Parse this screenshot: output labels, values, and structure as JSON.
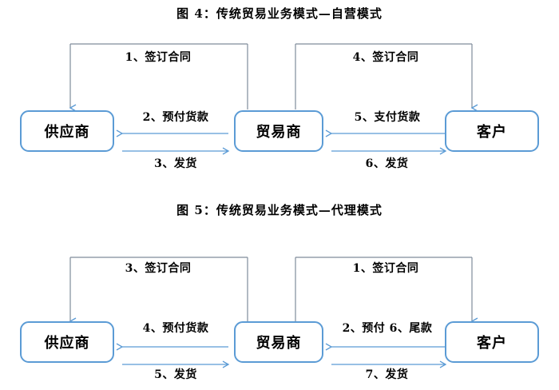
{
  "figures": [
    {
      "title": "图 4：传统贸易业务模式—自营模式",
      "nodes": {
        "supplier": "供应商",
        "trader": "贸易商",
        "customer": "客户"
      },
      "edges": {
        "top_left_bracket": "1、签订合同",
        "top_right_bracket": "4、签订合同",
        "left_upper": "2、预付货款",
        "left_lower": "3、发货",
        "right_upper": "5、支付货款",
        "right_lower": "6、发货"
      }
    },
    {
      "title": "图 5：传统贸易业务模式—代理模式",
      "nodes": {
        "supplier": "供应商",
        "trader": "贸易商",
        "customer": "客户"
      },
      "edges": {
        "top_left_bracket": "3、签订合同",
        "top_right_bracket": "1、签订合同",
        "left_upper": "4、预付货款",
        "left_lower": "5、发货",
        "right_upper": "2、预付 6、尾款",
        "right_lower": "7、发货"
      }
    }
  ],
  "colors": {
    "node_border": "#5B9BD5",
    "connector_blue": "#5B9BD5",
    "bracket_gray": "#7F8C9B",
    "background": "#FFFFFF",
    "text": "#000000"
  }
}
